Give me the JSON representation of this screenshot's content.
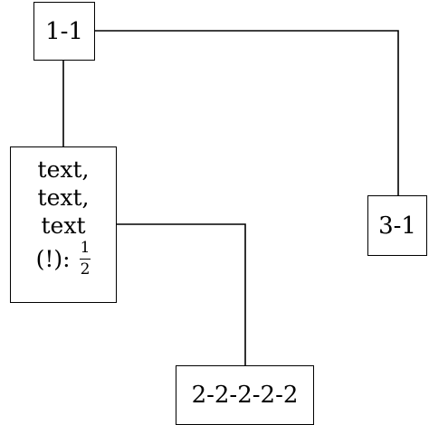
{
  "nodes": {
    "n1_1": {
      "label": "1-1"
    },
    "n_text": {
      "lines": [
        "text,",
        "text,",
        "text"
      ],
      "last_prefix": "(!):",
      "fraction": {
        "numerator": "1",
        "denominator": "2"
      }
    },
    "n3_1": {
      "label": "3-1"
    },
    "n2_2_2_2_2": {
      "label": "2-2-2-2-2"
    }
  },
  "edges": [
    {
      "from": "1-1",
      "to": "text node"
    },
    {
      "from": "1-1",
      "to": "3-1"
    },
    {
      "from": "text node",
      "to": "2-2-2-2-2"
    }
  ]
}
